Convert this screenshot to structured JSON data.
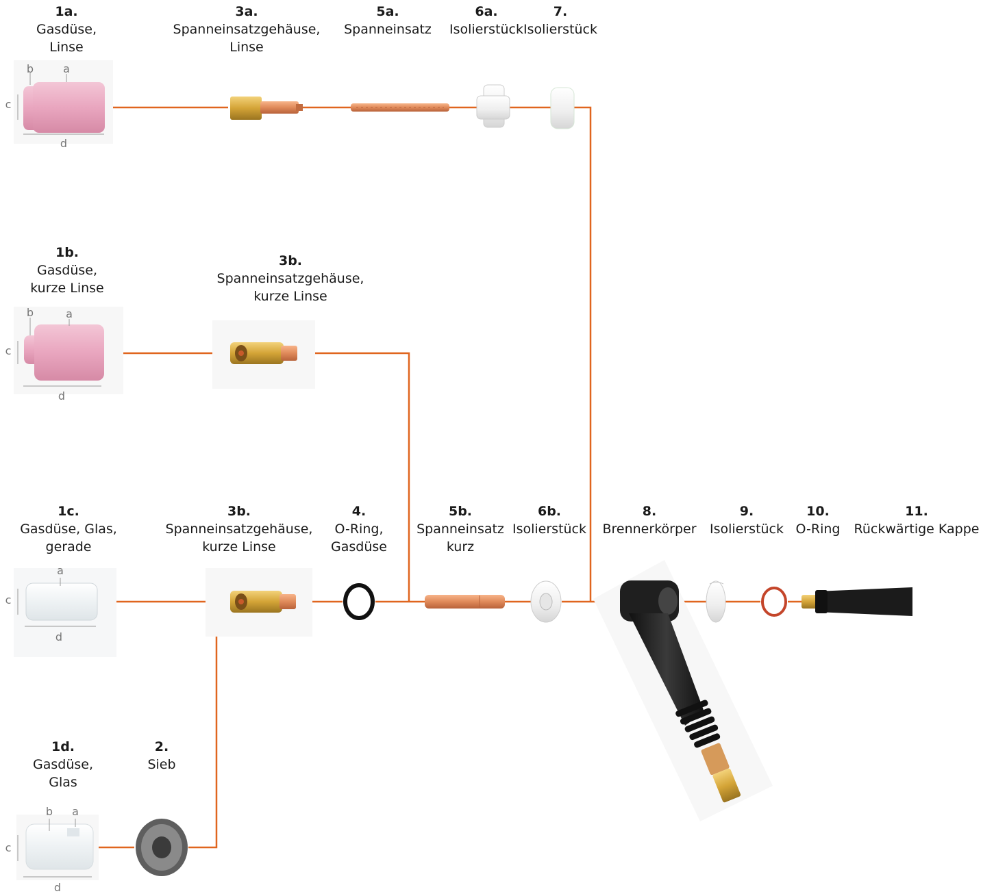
{
  "parts": {
    "p1a": {
      "num": "1a.",
      "name1": "Gasdüse,",
      "name2": "Linse"
    },
    "p3a": {
      "num": "3a.",
      "name1": "Spanneinsatzgehäuse,",
      "name2": "Linse"
    },
    "p5a": {
      "num": "5a.",
      "name1": "Spanneinsatz"
    },
    "p6a": {
      "num": "6a.",
      "name1": "Isolierstück"
    },
    "p7": {
      "num": "7.",
      "name1": "Isolierstück"
    },
    "p1b": {
      "num": "1b.",
      "name1": "Gasdüse,",
      "name2": "kurze Linse"
    },
    "p3b_top": {
      "num": "3b.",
      "name1": "Spanneinsatzgehäuse,",
      "name2": "kurze Linse"
    },
    "p1c": {
      "num": "1c.",
      "name1": "Gasdüse, Glas,",
      "name2": "gerade"
    },
    "p3b": {
      "num": "3b.",
      "name1": "Spanneinsatzgehäuse,",
      "name2": "kurze Linse"
    },
    "p4": {
      "num": "4.",
      "name1": "O-Ring,",
      "name2": "Gasdüse"
    },
    "p5b": {
      "num": "5b.",
      "name1": "Spanneinsatz",
      "name2": "kurz"
    },
    "p6b": {
      "num": "6b.",
      "name1": "Isolierstück"
    },
    "p8": {
      "num": "8.",
      "name1": "Brennerkörper"
    },
    "p9": {
      "num": "9.",
      "name1": "Isolierstück"
    },
    "p10": {
      "num": "10.",
      "name1": "O-Ring"
    },
    "p11": {
      "num": "11.",
      "name1": "Rückwärtige Kappe"
    },
    "p1d": {
      "num": "1d.",
      "name1": "Gasdüse,",
      "name2": "Glas"
    },
    "p2": {
      "num": "2.",
      "name1": "Sieb"
    }
  },
  "dims": {
    "a": "a",
    "b": "b",
    "c": "c",
    "d": "d"
  },
  "colors": {
    "line": "#e0651e",
    "ceramic_pink": "#e9a6bf",
    "copper": "#e08a5a",
    "brass": "#d4a437",
    "insulator": "#f2f2f2",
    "black": "#1c1c1c"
  }
}
